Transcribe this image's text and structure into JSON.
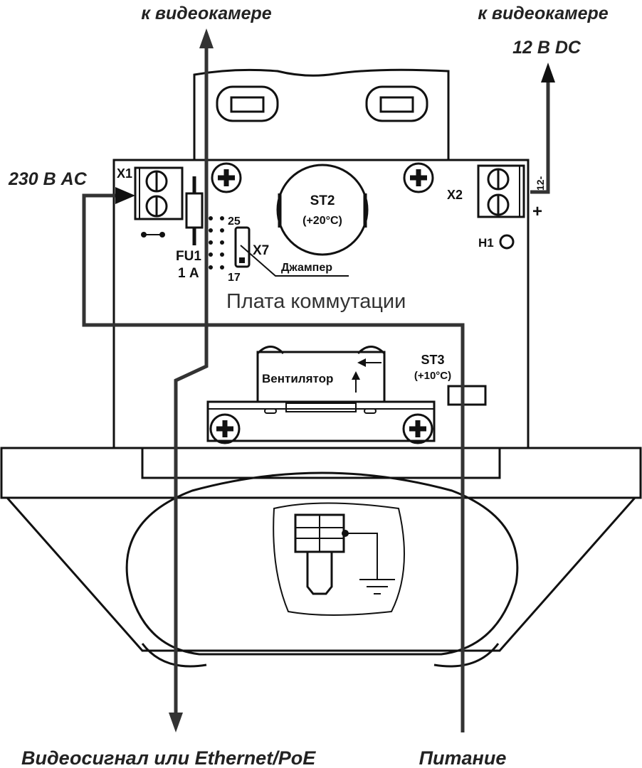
{
  "labels": {
    "to_camera_left": "к видеокамере",
    "to_camera_right": "к видеокамере",
    "dc_voltage": "12 В DC",
    "ac_input": "230 В AC",
    "video_output": "Видеосигнал или Ethernet/PoE",
    "power_output": "Питание"
  },
  "board": {
    "title": "Плата коммутации",
    "x1": "X1",
    "x2": "X2",
    "fuse": "FU1",
    "fuse_rating": "1 А",
    "pin_high": "25",
    "pin_low": "17",
    "x7": "X7",
    "jumper": "Джампер",
    "st2": "ST2",
    "st2_temp": "(+20°C)",
    "x2_minus": "12-",
    "x2_plus": "+",
    "h1": "H1"
  },
  "fan": {
    "label": "Вентилятор",
    "st3": "ST3",
    "st3_temp": "(+10°C)"
  },
  "colors": {
    "line": "#111111",
    "wire": "#333333"
  }
}
